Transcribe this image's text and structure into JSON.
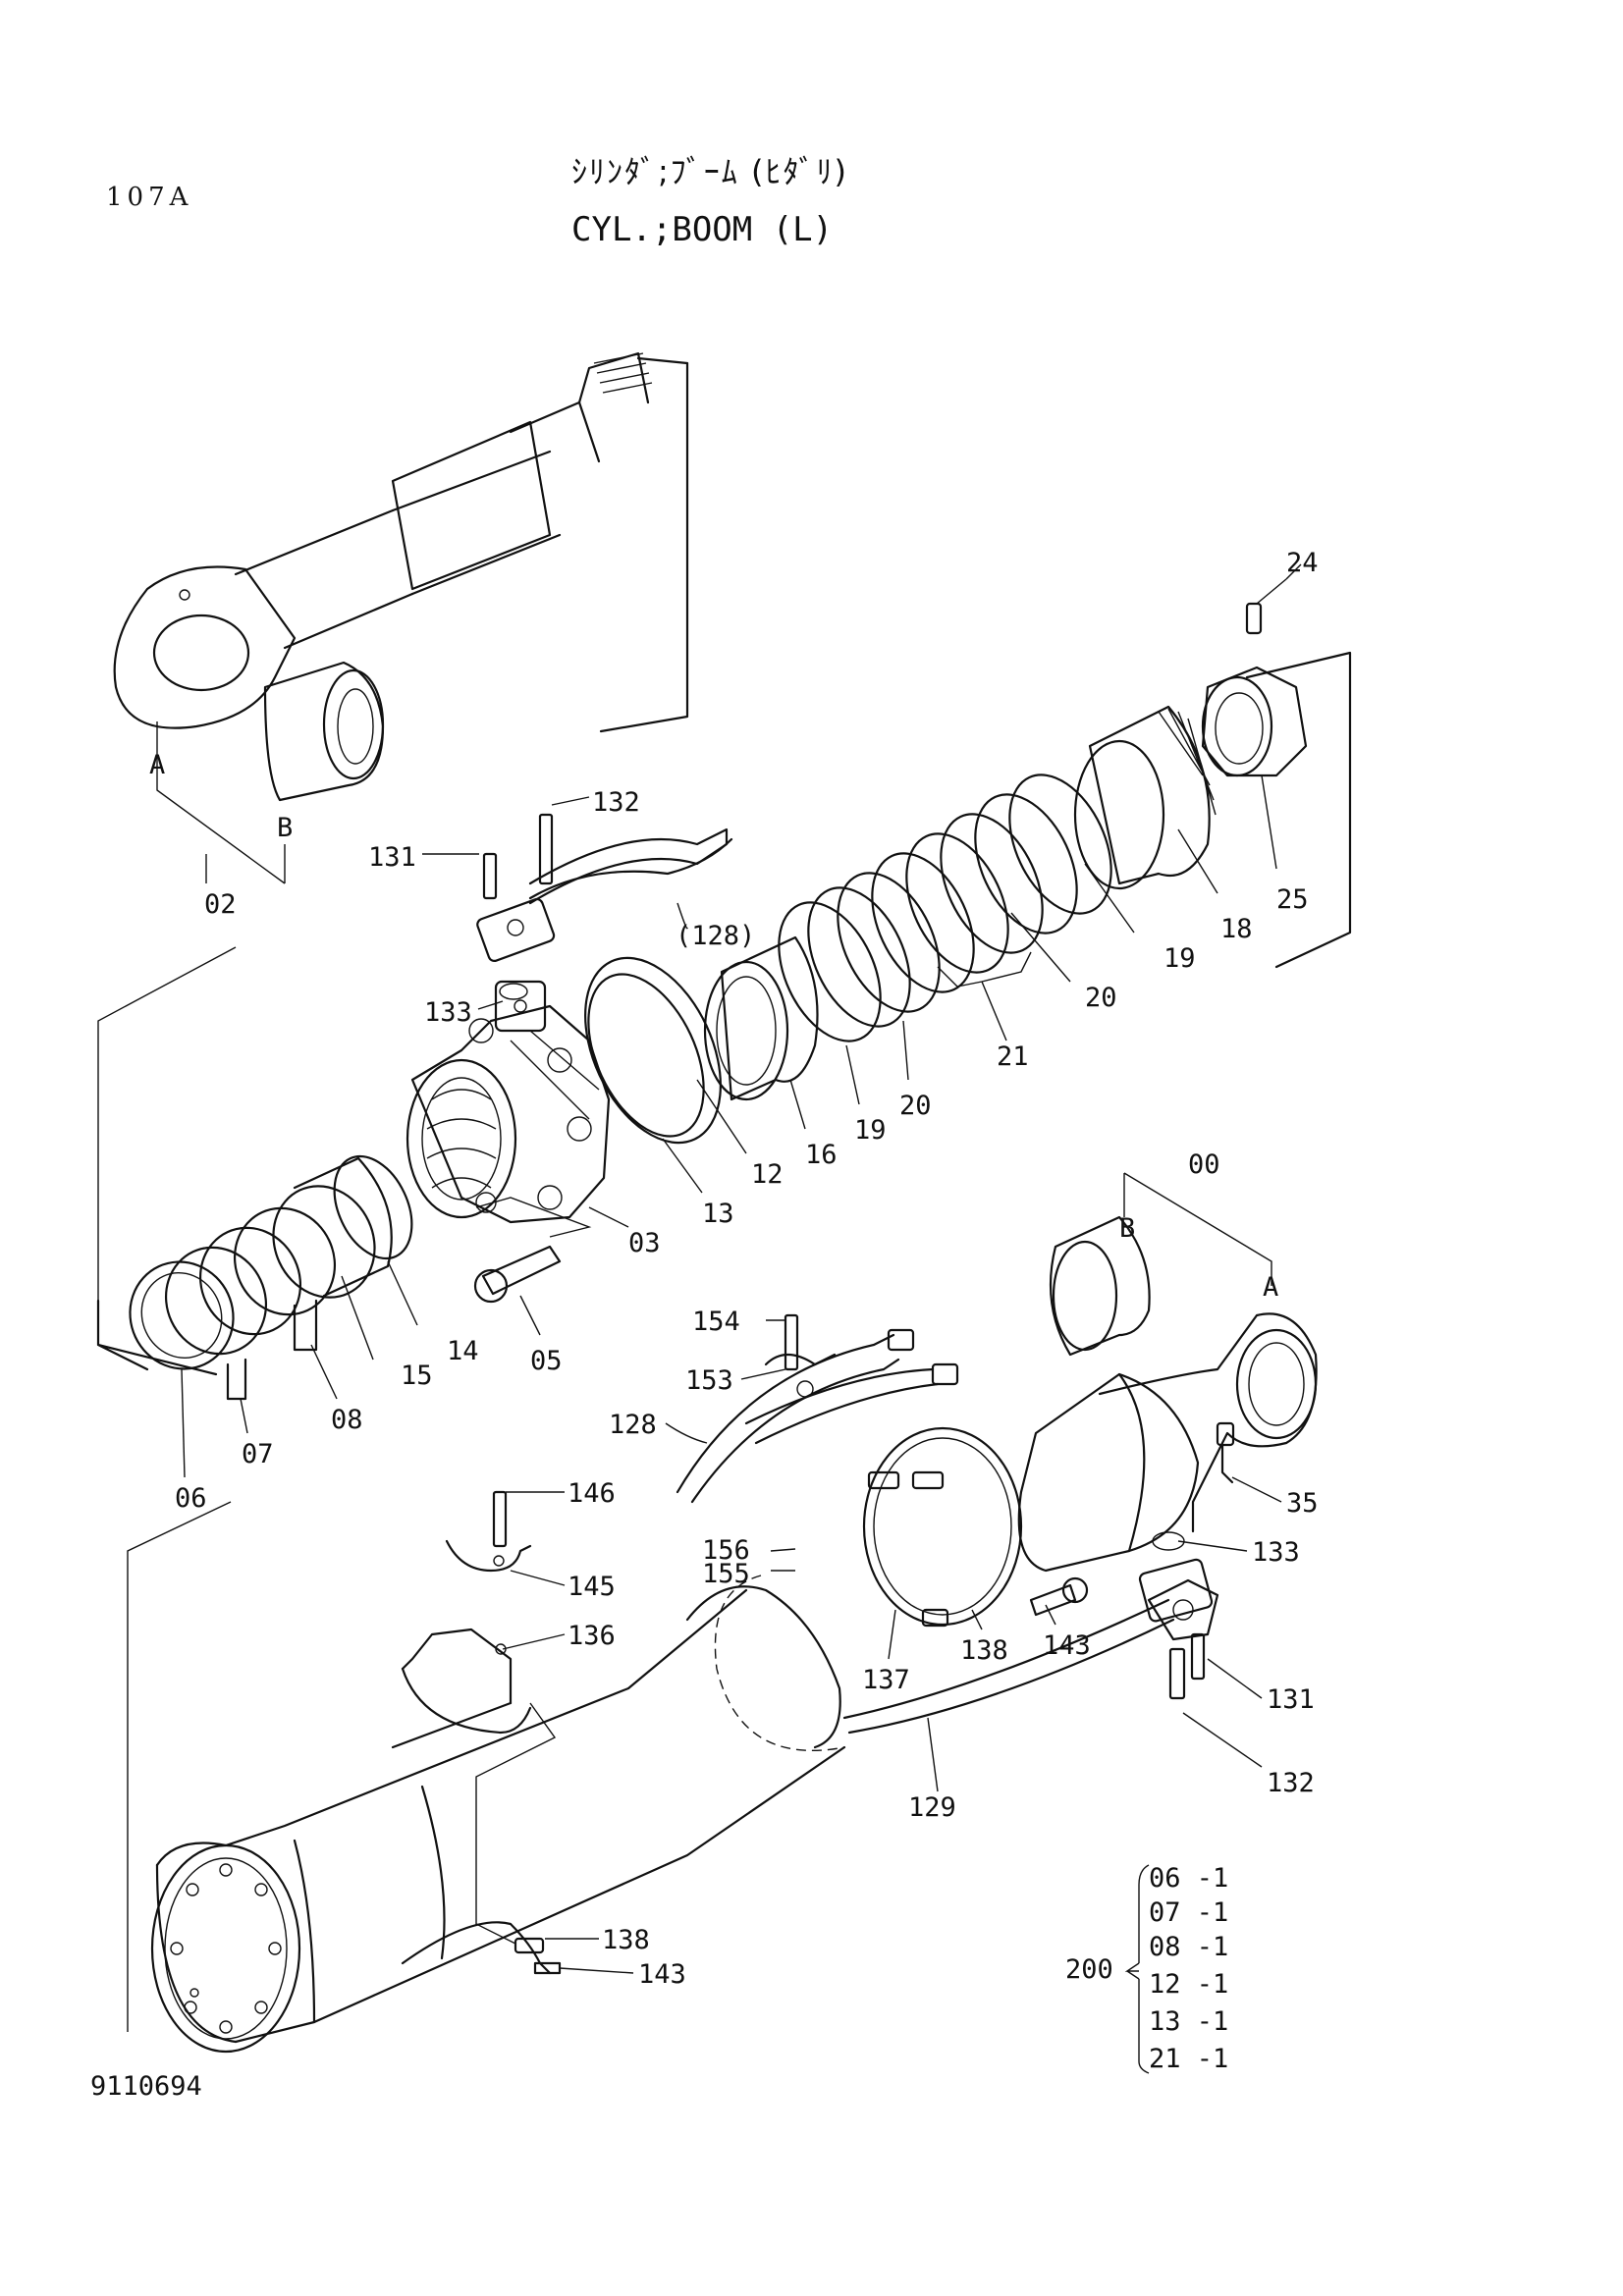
{
  "header": {
    "page_number": "107A",
    "title_jp": "ｼﾘﾝﾀﾞ;ﾌﾞｰﾑ (ﾋﾀﾞﾘ)",
    "title_en": "CYL.;BOOM (L)"
  },
  "footer": {
    "drawing_code": "9110694"
  },
  "callouts": [
    {
      "id": "c24",
      "text": "24"
    },
    {
      "id": "c132a",
      "text": "132"
    },
    {
      "id": "c131a",
      "text": "131"
    },
    {
      "id": "cA1",
      "text": "A"
    },
    {
      "id": "cB1",
      "text": "B"
    },
    {
      "id": "c02",
      "text": "02"
    },
    {
      "id": "c128p",
      "text": "(128)"
    },
    {
      "id": "c133a",
      "text": "133"
    },
    {
      "id": "c18",
      "text": "18"
    },
    {
      "id": "c25",
      "text": "25"
    },
    {
      "id": "c19a",
      "text": "19"
    },
    {
      "id": "c20a",
      "text": "20"
    },
    {
      "id": "c21",
      "text": "21"
    },
    {
      "id": "c16",
      "text": "16"
    },
    {
      "id": "c19b",
      "text": "19"
    },
    {
      "id": "c20b",
      "text": "20"
    },
    {
      "id": "c13",
      "text": "13"
    },
    {
      "id": "c12",
      "text": "12"
    },
    {
      "id": "c03",
      "text": "03"
    },
    {
      "id": "c14",
      "text": "14"
    },
    {
      "id": "c15",
      "text": "15"
    },
    {
      "id": "c05",
      "text": "05"
    },
    {
      "id": "c08",
      "text": "08"
    },
    {
      "id": "c07",
      "text": "07"
    },
    {
      "id": "c06",
      "text": "06"
    },
    {
      "id": "c00",
      "text": "00"
    },
    {
      "id": "cB2",
      "text": "B"
    },
    {
      "id": "cA2",
      "text": "A"
    },
    {
      "id": "c154",
      "text": "154"
    },
    {
      "id": "c153",
      "text": "153"
    },
    {
      "id": "c128",
      "text": "128"
    },
    {
      "id": "c35",
      "text": "35"
    },
    {
      "id": "c133b",
      "text": "133"
    },
    {
      "id": "c146",
      "text": "146"
    },
    {
      "id": "c145",
      "text": "145"
    },
    {
      "id": "c156",
      "text": "156"
    },
    {
      "id": "c155",
      "text": "155"
    },
    {
      "id": "c136",
      "text": "136"
    },
    {
      "id": "c143a",
      "text": "143"
    },
    {
      "id": "c138a",
      "text": "138"
    },
    {
      "id": "c137",
      "text": "137"
    },
    {
      "id": "c131b",
      "text": "131"
    },
    {
      "id": "c132b",
      "text": "132"
    },
    {
      "id": "c129",
      "text": "129"
    },
    {
      "id": "c138b",
      "text": "138"
    },
    {
      "id": "c143b",
      "text": "143"
    }
  ],
  "kit": {
    "label": "200",
    "items": [
      "06 -1",
      "07 -1",
      "08 -1",
      "12 -1",
      "13 -1",
      "21 -1"
    ]
  }
}
